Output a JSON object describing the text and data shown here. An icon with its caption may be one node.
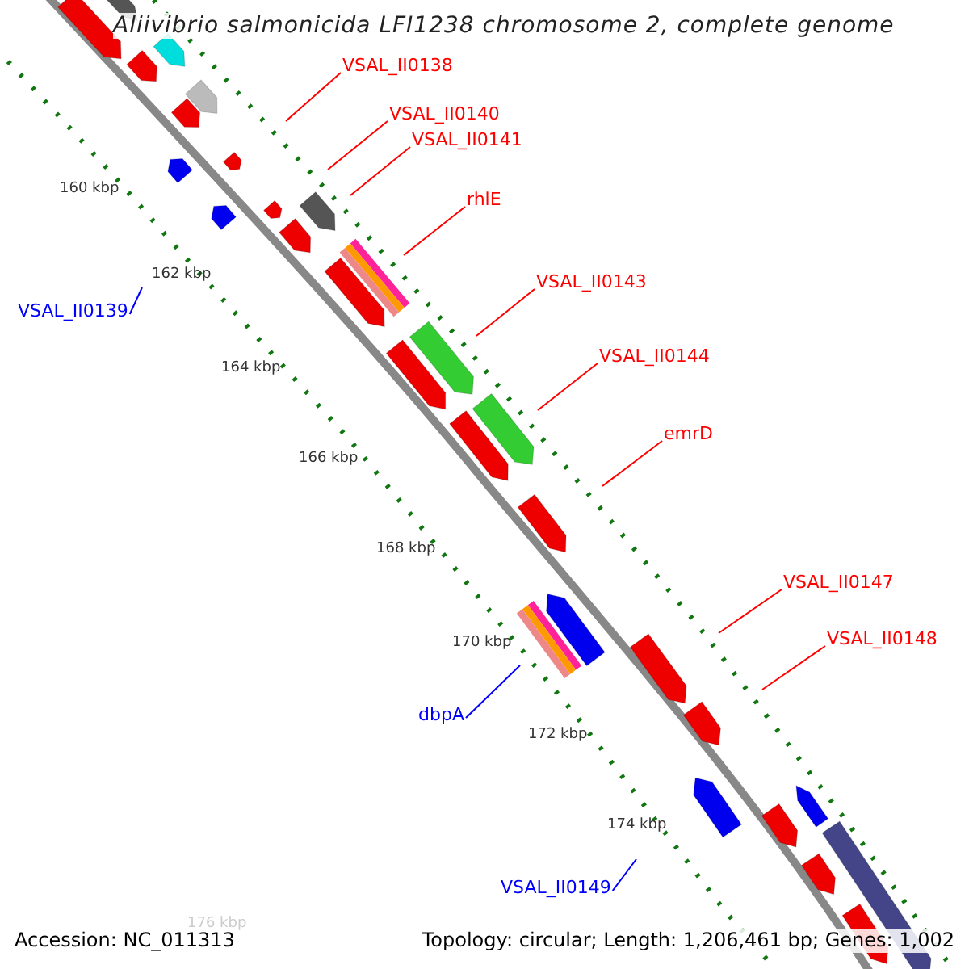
{
  "diagram": {
    "title": "Aliivibrio salmonicida LFI1238 chromosome 2, complete genome",
    "nodes": [
      {
        "text": [
          "VSAL_II0138"
        ]
      },
      {
        "text": [
          "VSAL_II0140"
        ]
      },
      {
        "text": [
          "VSAL_II0141"
        ]
      },
      {
        "text": [
          "rhlE"
        ]
      },
      {
        "text": [
          "VSAL_II0143"
        ]
      },
      {
        "text": [
          "VSAL_II0144"
        ]
      },
      {
        "text": [
          "emrD"
        ]
      },
      {
        "text": [
          "VSAL_II0147"
        ]
      },
      {
        "text": [
          "VSAL_II0148"
        ]
      },
      {
        "text": [
          "VSAL_II0139"
        ]
      },
      {
        "text": [
          "dbpA"
        ]
      },
      {
        "text": [
          "VSAL_II0149"
        ]
      }
    ],
    "edges": [
      {
        "from": 0,
        "to": null,
        "arrow": "none"
      },
      {
        "from": 1,
        "to": null,
        "arrow": "none"
      },
      {
        "from": 2,
        "to": null,
        "arrow": "none"
      },
      {
        "from": 3,
        "to": null,
        "arrow": "none"
      },
      {
        "from": 4,
        "to": null,
        "arrow": "none"
      },
      {
        "from": 5,
        "to": null,
        "arrow": "none"
      },
      {
        "from": 6,
        "to": null,
        "arrow": "none"
      },
      {
        "from": 7,
        "to": null,
        "arrow": "none"
      },
      {
        "from": 8,
        "to": null,
        "arrow": "none"
      },
      {
        "from": 9,
        "to": null,
        "arrow": "none",
        "color": "#0000ff"
      },
      {
        "from": 10,
        "to": null,
        "arrow": "none",
        "color": "#0000ff"
      },
      {
        "from": 11,
        "to": null,
        "arrow": "none",
        "color": "#0000ff"
      }
    ],
    "labels": [
      "160 kbp",
      "162 kbp",
      "164 kbp",
      "166 kbp",
      "168 kbp",
      "170 kbp",
      "172 kbp",
      "174 kbp",
      "176 kbp",
      "Accession: NC_011313",
      "Topology: circular; Length: 1,206,461 bp; Genes: 1,002"
    ]
  }
}
